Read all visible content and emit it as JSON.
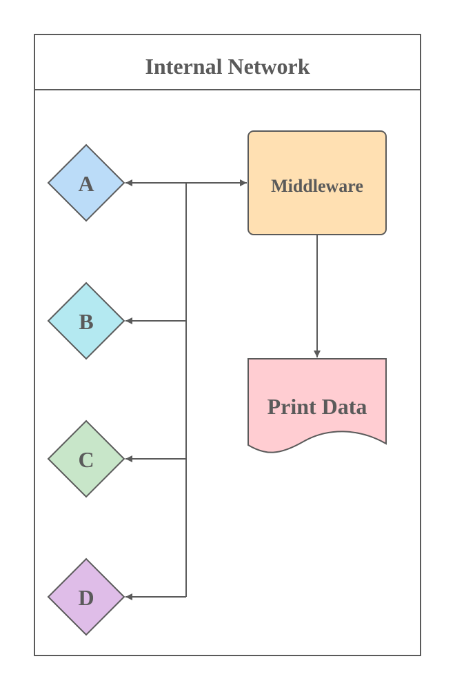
{
  "diagram": {
    "container": {
      "title": "Internal Network"
    },
    "nodes": {
      "a": {
        "label": "A",
        "fill": "#bbdcf8"
      },
      "b": {
        "label": "B",
        "fill": "#b4e9f1"
      },
      "c": {
        "label": "C",
        "fill": "#c8e6c9"
      },
      "d": {
        "label": "D",
        "fill": "#dfbde8"
      },
      "middleware": {
        "label": "Middleware",
        "fill": "#ffe0b2"
      },
      "print_data": {
        "label": "Print Data",
        "fill": "#ffcdd2"
      }
    },
    "colors": {
      "stroke": "#5a5a5a",
      "text": "#5a5a5a"
    },
    "edges": [
      {
        "from": "bus",
        "to": "A"
      },
      {
        "from": "bus",
        "to": "B"
      },
      {
        "from": "bus",
        "to": "C"
      },
      {
        "from": "bus",
        "to": "D"
      },
      {
        "from": "bus",
        "to": "Middleware"
      },
      {
        "from": "Middleware",
        "to": "Print Data"
      }
    ]
  }
}
